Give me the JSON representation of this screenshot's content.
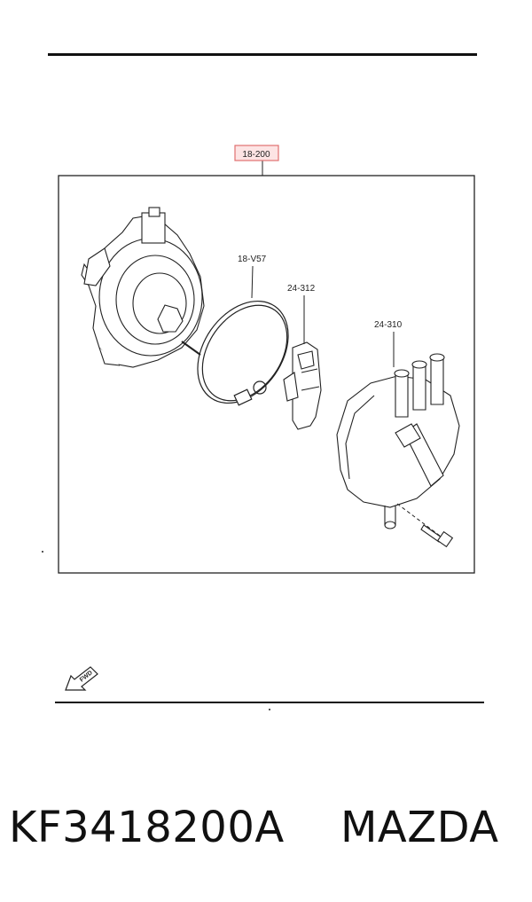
{
  "diagram": {
    "assembly_callout": "18-200",
    "callouts": {
      "o_ring": "18-V57",
      "rotor": "24-312",
      "cap": "24-310"
    },
    "direction_label": "FWD"
  },
  "caption": {
    "part_number": "KF3418200A",
    "brand": "MAZDA"
  },
  "colors": {
    "highlight_box": "#e07070",
    "line": "#222222"
  }
}
